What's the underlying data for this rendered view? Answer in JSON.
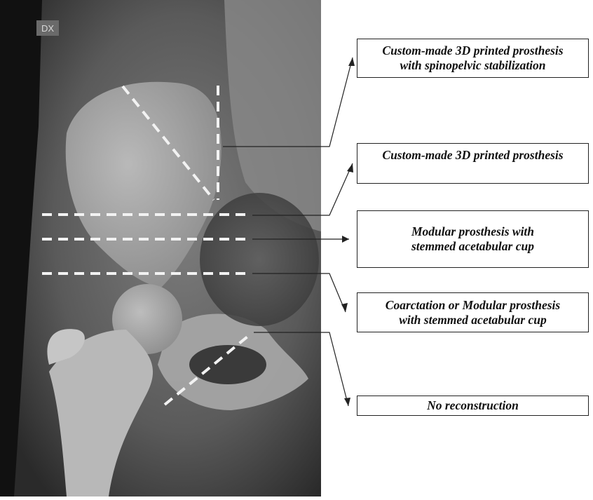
{
  "image": {
    "side_marker": "DX"
  },
  "labels": [
    {
      "id": "spinopelvic",
      "line1": "Custom-made 3D printed prosthesis",
      "line2": "with spinopelvic stabilization"
    },
    {
      "id": "custom3d",
      "line1": "Custom-made 3D printed prosthesis",
      "line2": ""
    },
    {
      "id": "modular",
      "line1": "Modular prosthesis with",
      "line2": "stemmed acetabular cup"
    },
    {
      "id": "coarctation",
      "line1": "Coarctation or Modular prosthesis",
      "line2": "with stemmed acetabular cup"
    },
    {
      "id": "none",
      "line1": "No reconstruction",
      "line2": ""
    }
  ],
  "colors": {
    "cut_line": "#f2f2f2",
    "leader_line": "#222222",
    "bone": "#d9d9d9",
    "background_xray": "#000000"
  }
}
